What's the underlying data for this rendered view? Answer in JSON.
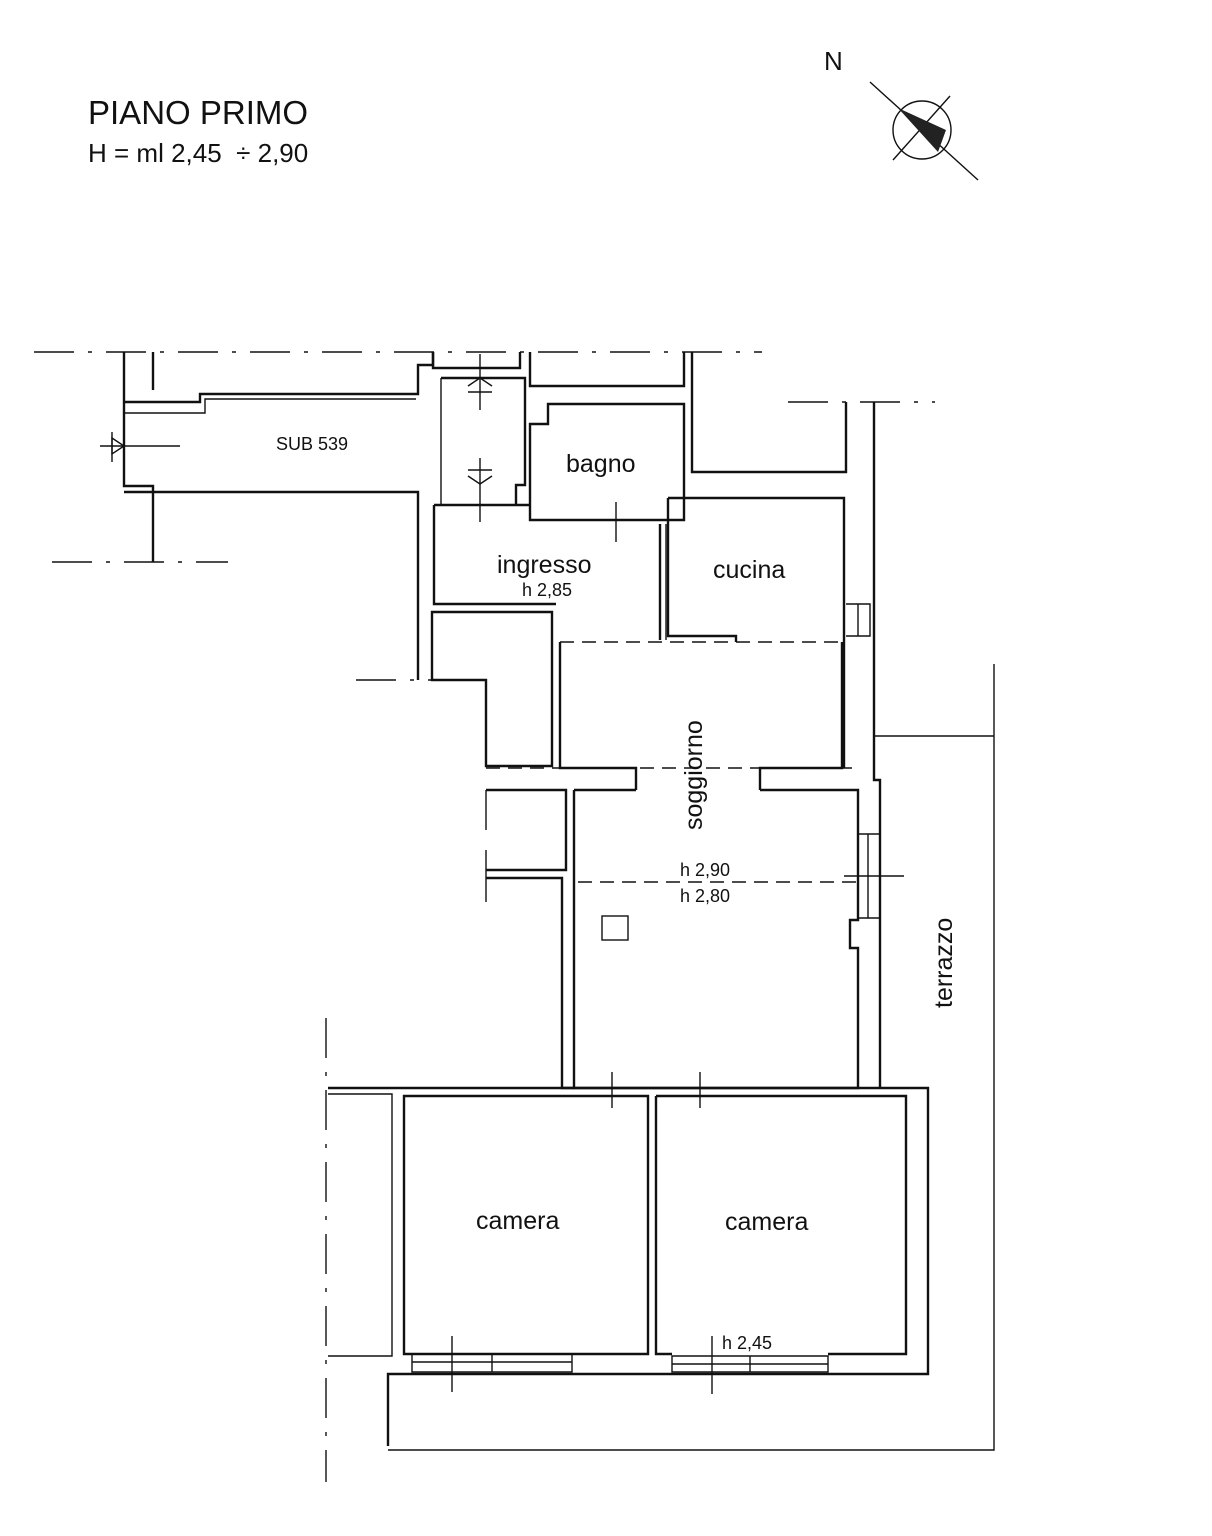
{
  "header": {
    "title": "PIANO PRIMO",
    "subtitle": "H = ml 2,45  ÷ 2,90"
  },
  "compass": {
    "label": "N",
    "icon": "north-arrow-icon"
  },
  "rooms": {
    "sub539": "SUB 539",
    "bagno": "bagno",
    "ingresso": "ingresso",
    "ingresso_height": "h 2,85",
    "cucina": "cucina",
    "soggiorno": "soggiorno",
    "soggiorno_height_1": "h 2,90",
    "soggiorno_height_2": "h 2,80",
    "terrazzo": "terrazzo",
    "camera_left": "camera",
    "camera_right": "camera",
    "camera_right_height": "h 2,45"
  },
  "colors": {
    "line": "#111111",
    "background": "#ffffff"
  }
}
